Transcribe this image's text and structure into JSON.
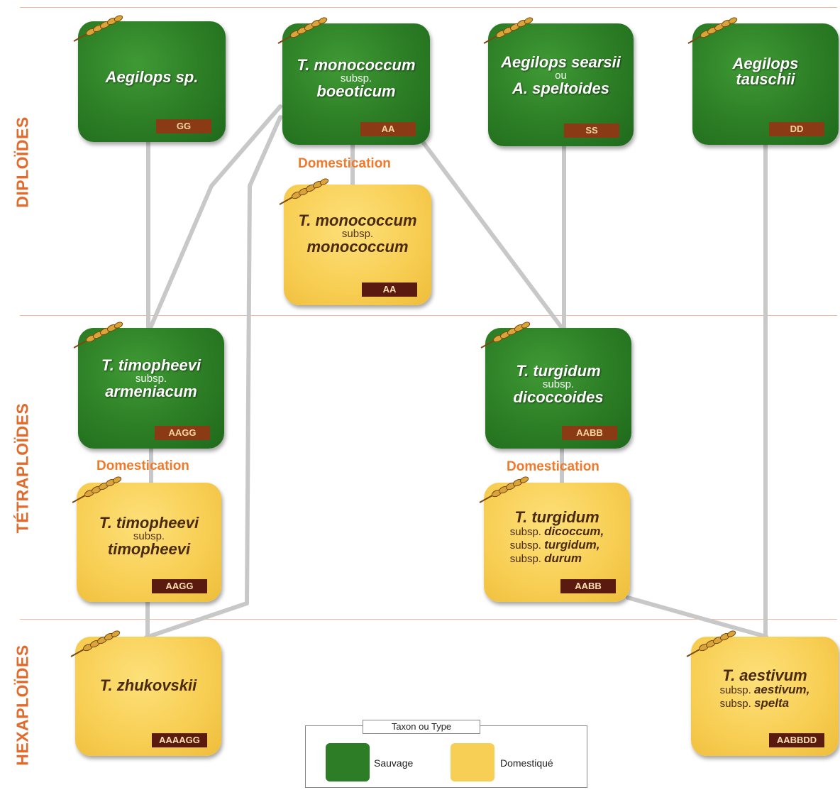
{
  "levels": {
    "diploid": "DIPLOÏDES",
    "tetraploid": "TÉTRAPLOÏDES",
    "hexaploid": "HEXAPLOÏDES"
  },
  "domestication_label": "Domestication",
  "nodes": {
    "aegilops_sp": {
      "name": "Aegilops sp.",
      "genome": "GG",
      "kind": "wild"
    },
    "mono_boeoticum": {
      "name": "T. monococcum",
      "sub": "subsp.",
      "subname": "boeoticum",
      "genome": "AA",
      "kind": "wild"
    },
    "searsii": {
      "name": "Aegilops searsii",
      "sub": "ou",
      "subname": "A. speltoides",
      "genome": "SS",
      "kind": "wild"
    },
    "tauschii": {
      "name": "Aegilops",
      "subname": "tauschii",
      "genome": "DD",
      "kind": "wild"
    },
    "mono_monococcum": {
      "name": "T. monococcum",
      "sub": "subsp.",
      "subname": "monococcum",
      "genome": "AA",
      "kind": "domesticated"
    },
    "timo_armeniacum": {
      "name": "T. timopheevi",
      "sub": "subsp.",
      "subname": "armeniacum",
      "genome": "AAGG",
      "kind": "wild"
    },
    "turg_dicoccoides": {
      "name": "T. turgidum",
      "sub": "subsp.",
      "subname": "dicoccoides",
      "genome": "AABB",
      "kind": "wild"
    },
    "timo_timopheevi": {
      "name": "T. timopheevi",
      "sub": "subsp.",
      "subname": "timopheevi",
      "genome": "AAGG",
      "kind": "domesticated"
    },
    "turg_dom": {
      "name": "T. turgidum",
      "lines": [
        {
          "prefix": "subsp.",
          "taxon": "dicoccum,"
        },
        {
          "prefix": "subsp.",
          "taxon": "turgidum,"
        },
        {
          "prefix": "subsp.",
          "taxon": "durum"
        }
      ],
      "genome": "AABB",
      "kind": "domesticated"
    },
    "zhukovskii": {
      "name": "T. zhukovskii",
      "genome": "AAAAGG",
      "kind": "domesticated"
    },
    "aestivum": {
      "name": "T. aestivum",
      "lines": [
        {
          "prefix": "subsp.",
          "taxon": "aestivum,"
        },
        {
          "prefix": "subsp.",
          "taxon": "spelta"
        }
      ],
      "genome": "AABBDD",
      "kind": "domesticated"
    }
  },
  "legend": {
    "title": "Taxon ou Type",
    "wild_label": "Sauvage",
    "domesticated_label": "Domestiqué",
    "wild_color": "#2c7d25",
    "domesticated_color": "#f8cf55"
  },
  "colors": {
    "level_text": "#e36a2b",
    "domestication_text": "#f07a2c",
    "divider": "#f0b9a4",
    "link": "#c8c8c8"
  },
  "icons": {
    "node_icon": "wheat-ear-icon"
  }
}
